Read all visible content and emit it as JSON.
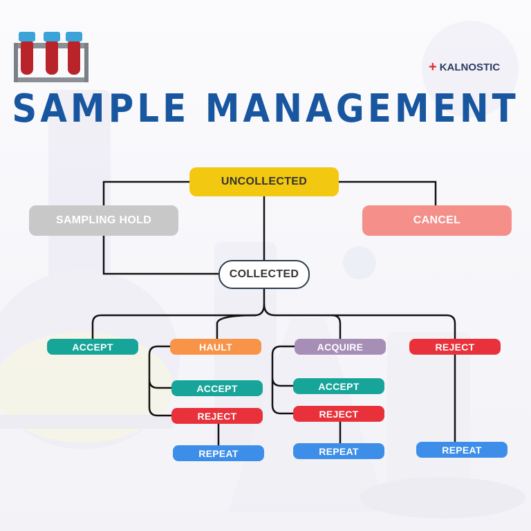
{
  "title": "SAMPLE MANAGEMENT",
  "brand": {
    "name": "KALNOSTIC"
  },
  "colors": {
    "title": "#1856a0",
    "uncollected": "#f2c811",
    "hold": "#c8c8c8",
    "cancel": "#f48f8a",
    "accept": "#17a59a",
    "hault": "#f79448",
    "acquire": "#a68eb6",
    "reject": "#e8313a",
    "repeat": "#3d8ee8"
  },
  "nodes": {
    "uncollected": "UNCOLLECTED",
    "sampling_hold": "SAMPLING HOLD",
    "cancel": "CANCEL",
    "collected": "COLLECTED",
    "accept": "ACCEPT",
    "hault": "HAULT",
    "acquire": "ACQUIRE",
    "reject": "REJECT",
    "hault_accept": "ACCEPT",
    "hault_reject": "REJECT",
    "hault_repeat": "REPEAT",
    "acquire_accept": "ACCEPT",
    "acquire_reject": "REJECT",
    "acquire_repeat": "REPEAT",
    "reject_repeat": "REPEAT"
  }
}
